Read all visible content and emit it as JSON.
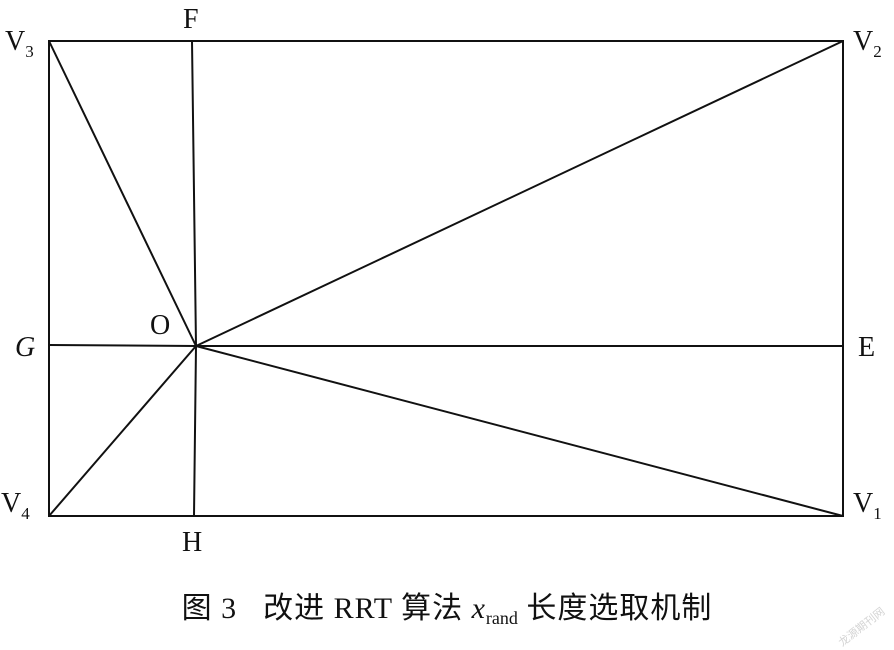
{
  "points": {
    "V1": {
      "letter": "V",
      "sub": "1"
    },
    "V2": {
      "letter": "V",
      "sub": "2"
    },
    "V3": {
      "letter": "V",
      "sub": "3"
    },
    "V4": {
      "letter": "V",
      "sub": "4"
    },
    "O": "O",
    "E": "E",
    "F": "F",
    "G": "G",
    "H": "H"
  },
  "caption": {
    "figure": "图 3",
    "prefix": "改进 RRT 算法 ",
    "variable": "x",
    "subscript": "rand",
    "suffix": " 长度选取机制"
  },
  "watermark": "龙源期刊网"
}
